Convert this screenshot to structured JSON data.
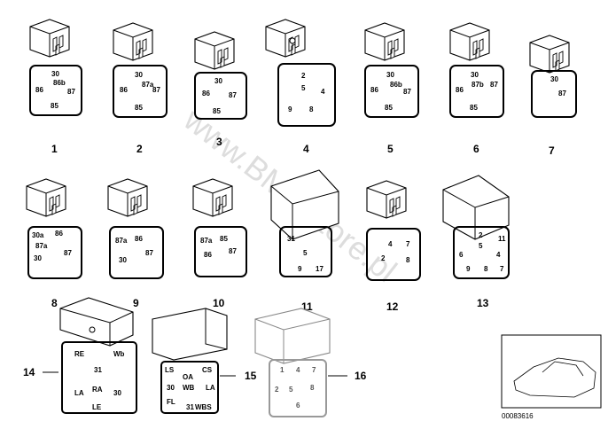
{
  "watermark": "www.BMWstore.pl",
  "part_number": "00083616",
  "relays": [
    {
      "id": "1",
      "pins": [
        "30",
        "86b",
        "86",
        "87",
        "85"
      ]
    },
    {
      "id": "2",
      "pins": [
        "30",
        "87a",
        "86",
        "87",
        "85"
      ]
    },
    {
      "id": "3",
      "pins": [
        "30",
        "86",
        "87",
        "85"
      ]
    },
    {
      "id": "4",
      "pins": [
        "2",
        "5",
        "4",
        "9",
        "8"
      ]
    },
    {
      "id": "5",
      "pins": [
        "30",
        "86b",
        "86",
        "87",
        "85"
      ]
    },
    {
      "id": "6",
      "pins": [
        "30",
        "87b",
        "86",
        "87",
        "85"
      ]
    },
    {
      "id": "7",
      "pins": [
        "30",
        "87"
      ]
    },
    {
      "id": "8",
      "pins": [
        "30a",
        "86",
        "87a",
        "87",
        "30"
      ]
    },
    {
      "id": "9",
      "pins": [
        "87a",
        "86",
        "87",
        "30"
      ]
    },
    {
      "id": "10",
      "pins": [
        "87a",
        "85",
        "86",
        "87"
      ]
    },
    {
      "id": "11",
      "pins": [
        "31",
        "5",
        "9",
        "17"
      ]
    },
    {
      "id": "12",
      "pins": [
        "4",
        "7",
        "2",
        "8"
      ]
    },
    {
      "id": "13",
      "pins": [
        "2",
        "5",
        "11",
        "6",
        "4",
        "9",
        "8",
        "7"
      ]
    },
    {
      "id": "14",
      "pins": [
        "RE",
        "Wb",
        "31",
        "LA",
        "RA",
        "30",
        "LE"
      ]
    },
    {
      "id": "15",
      "pins": [
        "LS",
        "CS",
        "OA",
        "30",
        "LA",
        "WB",
        "FL",
        "31",
        "WBS"
      ]
    },
    {
      "id": "16",
      "pins": [
        "1",
        "4",
        "7",
        "2",
        "5",
        "8",
        "6"
      ]
    }
  ]
}
